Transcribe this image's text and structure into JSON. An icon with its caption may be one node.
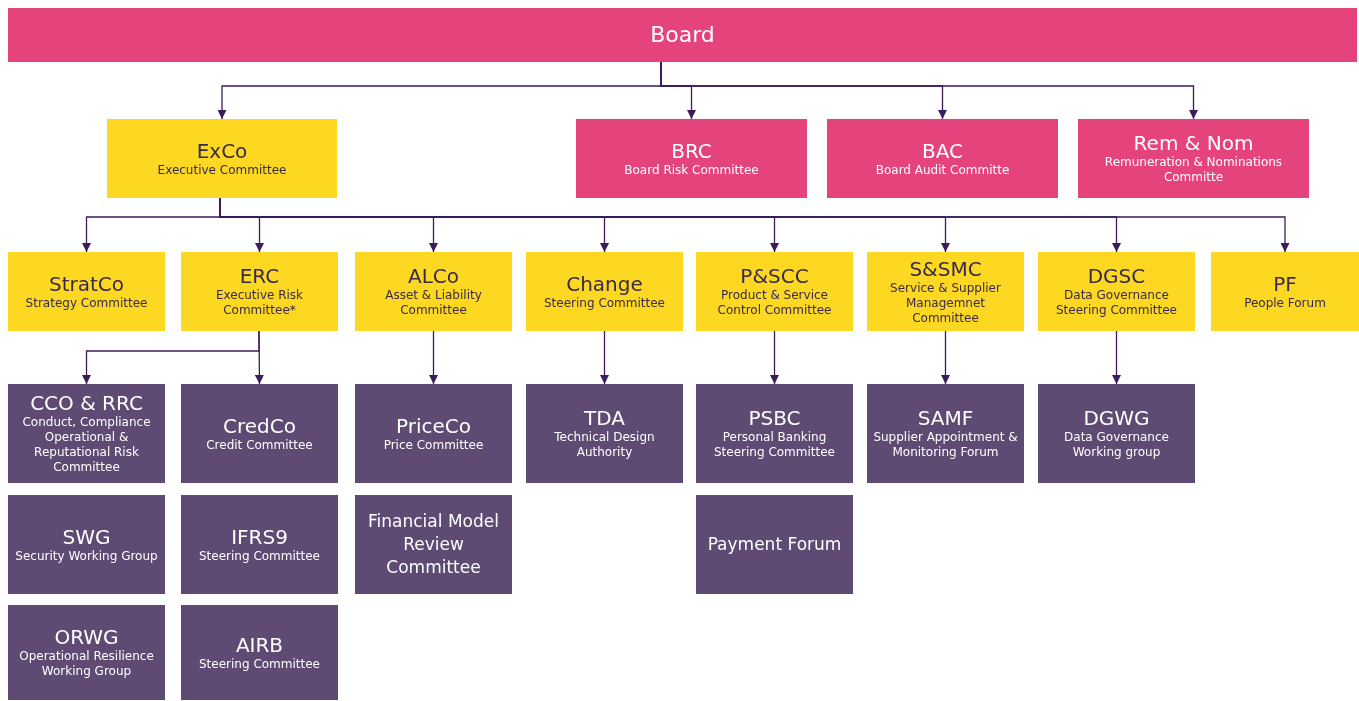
{
  "diagram": {
    "nodes": [
      {
        "text": [
          "Board"
        ]
      },
      {
        "text": [
          "ExCo",
          "Executive Committee"
        ]
      },
      {
        "text": [
          "BRC",
          "Board Risk Committee"
        ]
      },
      {
        "text": [
          "BAC",
          "Board Audit Committe"
        ]
      },
      {
        "text": [
          "Rem & Nom",
          "Remuneration & Nominations Committe"
        ]
      },
      {
        "text": [
          "StratCo",
          "Strategy Committee"
        ]
      },
      {
        "text": [
          "ERC",
          "Executive Risk Committee*"
        ]
      },
      {
        "text": [
          "ALCo",
          "Asset & Liability Committee"
        ]
      },
      {
        "text": [
          "Change",
          "Steering Committee"
        ]
      },
      {
        "text": [
          "P&SCC",
          "Product & Service Control Committee"
        ]
      },
      {
        "text": [
          "S&SMC",
          "Service & Supplier Managemnet Committee"
        ]
      },
      {
        "text": [
          "DGSC",
          "Data Governance Steering Committee"
        ]
      },
      {
        "text": [
          "PF",
          "People Forum"
        ]
      },
      {
        "text": [
          "CCO & RRC",
          "Conduct, Compliance Operational & Reputational Risk Committee"
        ]
      },
      {
        "text": [
          "CredCo",
          "Credit Committee"
        ]
      },
      {
        "text": [
          "PriceCo",
          "Price Committee"
        ]
      },
      {
        "text": [
          "TDA",
          "Technical Design Authority"
        ]
      },
      {
        "text": [
          "PSBC",
          "Personal Banking Steering Committee"
        ]
      },
      {
        "text": [
          "SAMF",
          "Supplier Appointment & Monitoring Forum"
        ]
      },
      {
        "text": [
          "DGWG",
          "Data Governance Working group"
        ]
      },
      {
        "text": [
          "SWG",
          "Security Working Group"
        ]
      },
      {
        "text": [
          "IFRS9",
          "Steering Committee"
        ]
      },
      {
        "text": [
          "Financial Model Review Committee"
        ]
      },
      {
        "text": [
          "Payment Forum"
        ]
      },
      {
        "text": [
          "ORWG",
          "Operational Resilience Working Group"
        ]
      },
      {
        "text": [
          "AIRB",
          "Steering Committee"
        ]
      }
    ],
    "edges": [
      {
        "from": 0,
        "to": 1,
        "arrow": "to"
      },
      {
        "from": 0,
        "to": 2,
        "arrow": "to"
      },
      {
        "from": 0,
        "to": 3,
        "arrow": "to"
      },
      {
        "from": 0,
        "to": 4,
        "arrow": "to"
      },
      {
        "from": 1,
        "to": 5,
        "arrow": "to"
      },
      {
        "from": 1,
        "to": 6,
        "arrow": "to"
      },
      {
        "from": 1,
        "to": 7,
        "arrow": "to"
      },
      {
        "from": 1,
        "to": 8,
        "arrow": "to"
      },
      {
        "from": 1,
        "to": 9,
        "arrow": "to"
      },
      {
        "from": 1,
        "to": 10,
        "arrow": "to"
      },
      {
        "from": 1,
        "to": 11,
        "arrow": "to"
      },
      {
        "from": 1,
        "to": 12,
        "arrow": "to"
      },
      {
        "from": 6,
        "to": 13,
        "arrow": "to"
      },
      {
        "from": 6,
        "to": 14,
        "arrow": "to"
      },
      {
        "from": 7,
        "to": 15,
        "arrow": "to"
      },
      {
        "from": 8,
        "to": 16,
        "arrow": "to"
      },
      {
        "from": 9,
        "to": 17,
        "arrow": "to"
      },
      {
        "from": 10,
        "to": 18,
        "arrow": "to"
      },
      {
        "from": 11,
        "to": 19,
        "arrow": "to"
      }
    ]
  }
}
